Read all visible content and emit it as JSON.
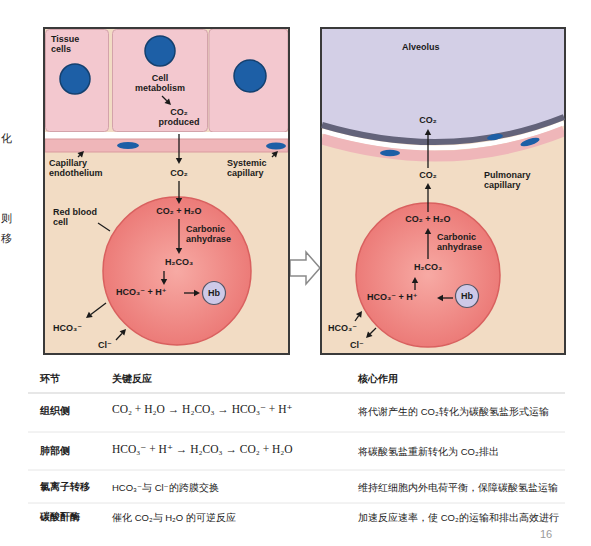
{
  "diagram": {
    "nodes": [
      {
        "text": [
          "Capillary endothelium",
          "Systemic capillary",
          "CO₂",
          "Red blood cell",
          "HCO₃⁻",
          "Cl⁻"
        ]
      },
      {
        "text": [
          "Tissue cells"
        ],
        "in": 0
      },
      {
        "text": [
          "Cell metabolism",
          "CO₂ produced"
        ],
        "in": 0
      },
      {
        "text": [
          "CO₂ + H₂O",
          "Carbonic anhydrase",
          "H₂CO₃",
          "HCO₃⁻ + H⁺"
        ],
        "in": 0
      },
      {
        "text": [
          "Hb"
        ],
        "in": 3
      },
      {
        "text": [
          "Pulmonary capillary",
          "CO₂",
          "HCO₃⁻",
          "Cl⁻"
        ]
      },
      {
        "text": [
          "Alveolus",
          "CO₂"
        ],
        "in": 5
      },
      {
        "text": [
          "CO₂ + H₂O",
          "Carbonic anhydrase",
          "H₂CO₃",
          "HCO₃⁻ + H⁺"
        ],
        "in": 5
      },
      {
        "text": [
          "Hb"
        ],
        "in": 7
      }
    ],
    "edges": [
      {
        "from": 0,
        "to": 5,
        "arrow": "to"
      }
    ],
    "labels": [
      "化",
      "则",
      "移",
      "环节",
      "关键反应",
      "核心作用",
      "组织侧",
      "CO₂ + H₂O → H₂CO₃ → HCO₃⁻ + H⁺",
      "将代谢产生的 CO₂转化为碳酸氢盐形式运输",
      "肺部侧",
      "HCO₃⁻ + H⁺ → H₂CO₃ → CO₂ + H₂O",
      "将碳酸氢盐重新转化为 CO₂排出",
      "氯离子转移",
      "HCO₃⁻与 Cl⁻的跨膜交换",
      "维持红细胞内外电荷平衡，保障碳酸氢盐运输",
      "碳酸酐酶",
      "催化 CO₂与 H₂O 的可逆反应",
      "加速反应速率，使 CO₂的运输和排出高效进行",
      "16"
    ]
  }
}
